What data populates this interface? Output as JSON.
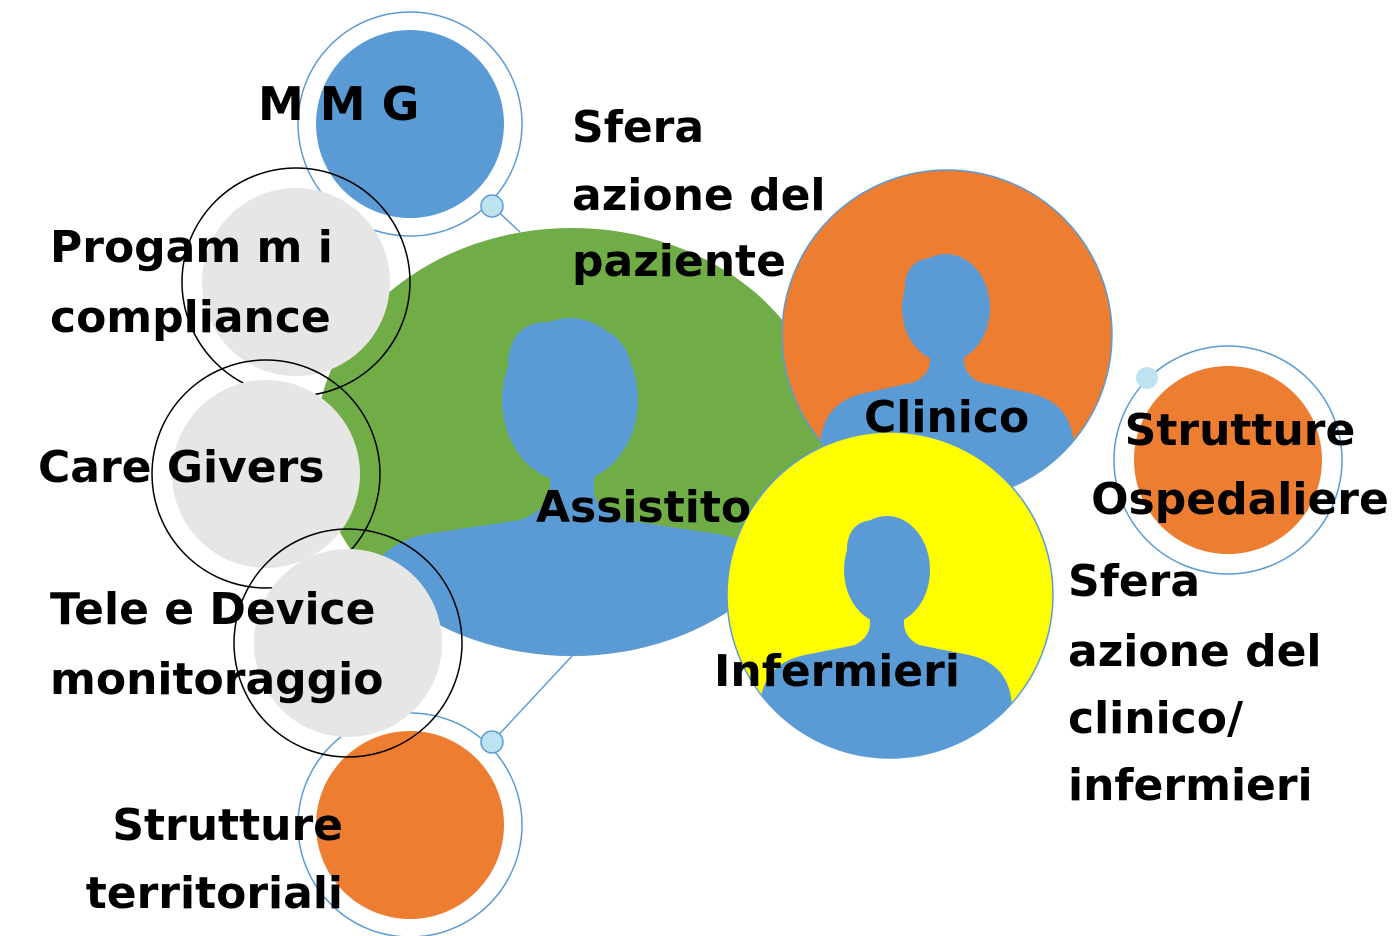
{
  "nodes": {
    "mmg": "M M G",
    "programmi": [
      "Progam m i",
      "compliance"
    ],
    "care_givers": "Care Givers",
    "tele": [
      "Tele e Device",
      "monitoraggio"
    ],
    "strutture_territoriali": [
      "Strutture",
      "territoriali"
    ],
    "assistito": "Assistito",
    "clinico": "Clinico",
    "infermieri": "Infermieri",
    "strutture_ospedaliere": [
      "Strutture",
      "Ospedaliere"
    ]
  },
  "annotations": {
    "sfera_paziente": [
      "Sfera",
      "azione del",
      "paziente"
    ],
    "sfera_clinico": [
      "Sfera",
      "azione del",
      "clinico/",
      "infermieri"
    ]
  },
  "colors": {
    "green": "#70ad47",
    "blue": "#5b9bd5",
    "orange": "#ed7d31",
    "yellow": "#ffff00",
    "light_gray": "#e7e6e6",
    "ring_blue": "#5b9bd5",
    "connector_dot": "#bde3f0"
  },
  "icons": [
    "person-silhouette-icon"
  ]
}
